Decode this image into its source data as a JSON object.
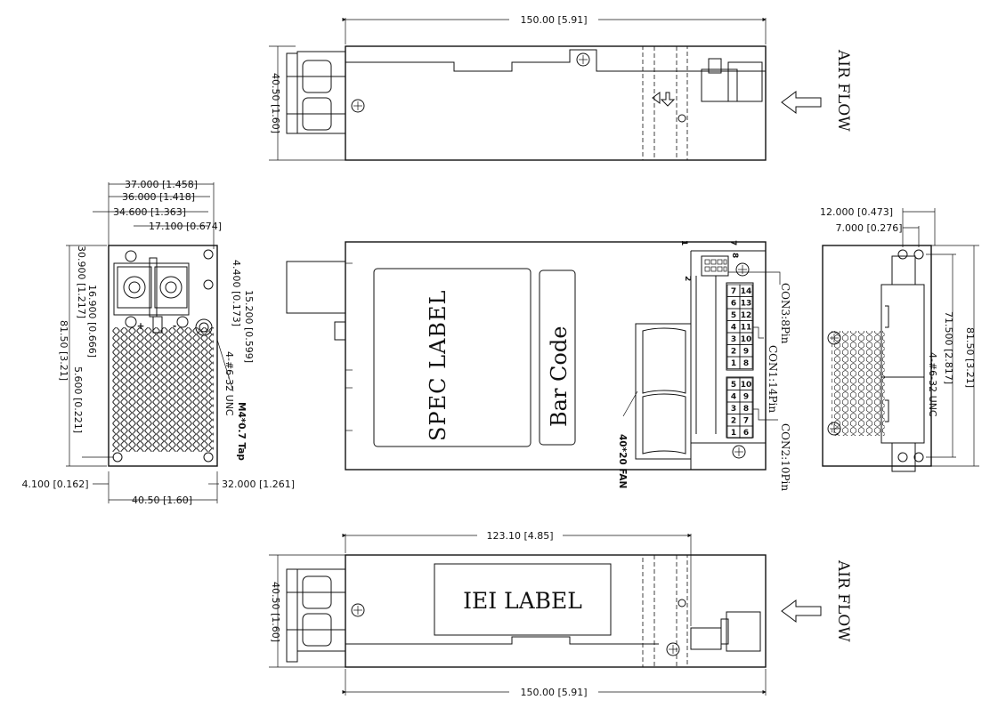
{
  "top_view": {
    "width_dim": "150.00 [5.91]",
    "height_dim": "40.50 [1.60]",
    "airflow": "AIR FLOW"
  },
  "front_view": {
    "dims": {
      "d37": "37.000 [1.458]",
      "d36": "36.000 [1.418]",
      "d34": "34.600 [1.363]",
      "d17": "17.100 [0.674]",
      "d4_4": "4.400 [0.173]",
      "d15": "15.200 [0.599]",
      "d30": "30.900 [1.217]",
      "d16": "16.900 [0.666]",
      "d81": "81.50 [3.21]",
      "d5_6": "5.600 [0.221]",
      "d4_1": "4.100 [0.162]",
      "d32": "32.000 [1.261]",
      "d40": "40.50 [1.60]"
    },
    "screw_note": "4-#6-32 UNC",
    "tap_note": "M4*0.7 Tap",
    "plus": "+",
    "minus": "-"
  },
  "plan_view": {
    "spec_label": "SPEC LABEL",
    "bar_code": "Bar Code",
    "fan": "40*20 FAN",
    "con3": "CON3:8Pin",
    "con1": "CON1:14Pin",
    "con2": "CON2:10Pin",
    "pin_1": "1",
    "pin_2": "2",
    "pin_7": "7",
    "pin_8": "8",
    "con1_pins": [
      "7",
      "14",
      "6",
      "13",
      "5",
      "12",
      "4",
      "11",
      "3",
      "10",
      "2",
      "9",
      "1",
      "8"
    ],
    "con2_pins": [
      "5",
      "10",
      "4",
      "9",
      "3",
      "8",
      "2",
      "7",
      "1",
      "6"
    ]
  },
  "side_view": {
    "d12": "12.000 [0.473]",
    "d7": "7.000 [0.276]",
    "d71": "71.500 [2.817]",
    "d81": "81.50 [3.21]",
    "screw_note": "4-#6-32 UNC"
  },
  "bottom_view": {
    "length_dim": "123.10 [4.85]",
    "width_dim": "150.00 [5.91]",
    "height_dim": "40.50 [1.60]",
    "label": "IEI LABEL",
    "airflow": "AIR FLOW"
  }
}
